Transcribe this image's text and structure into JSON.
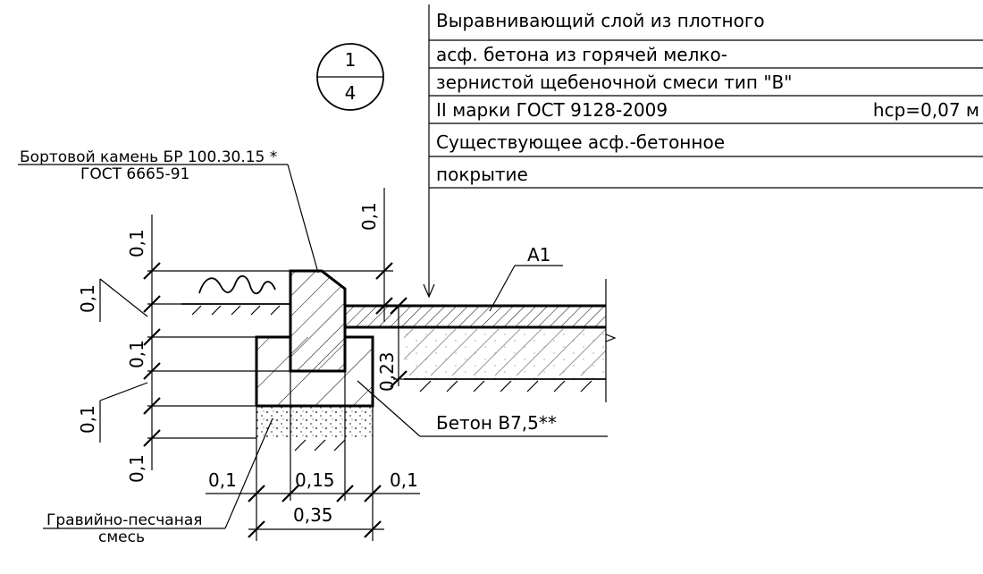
{
  "section_mark": {
    "top": "1",
    "bottom": "4"
  },
  "layer_legend": [
    "Выравнивающий слой из плотного",
    "асф. бетона из горячей мелко-",
    "зернистой щебеночной смеси тип \"В\"",
    "II марки ГОСТ 9128-2009",
    "Существующее асф.-бетонное",
    " покрытие"
  ],
  "layer_thickness": "hср=0,07 м",
  "curb_label": {
    "line1": "Бортовой камень БР 100.30.15 *",
    "line2": "ГОСТ 6665-91"
  },
  "gravel_label": {
    "line1": "Гравийно-песчаная",
    "line2": "смесь"
  },
  "concrete_label": "Бетон В7,5**",
  "ref_label": "А1",
  "dims": {
    "left_stack": [
      "0,1",
      "0,1",
      "0,1",
      "0,1",
      "0,1"
    ],
    "top_right": "0,1",
    "right_depth": "0,23",
    "bottom_parts": [
      "0,1",
      "0,15",
      "0,1"
    ],
    "bottom_total": "0,35"
  }
}
